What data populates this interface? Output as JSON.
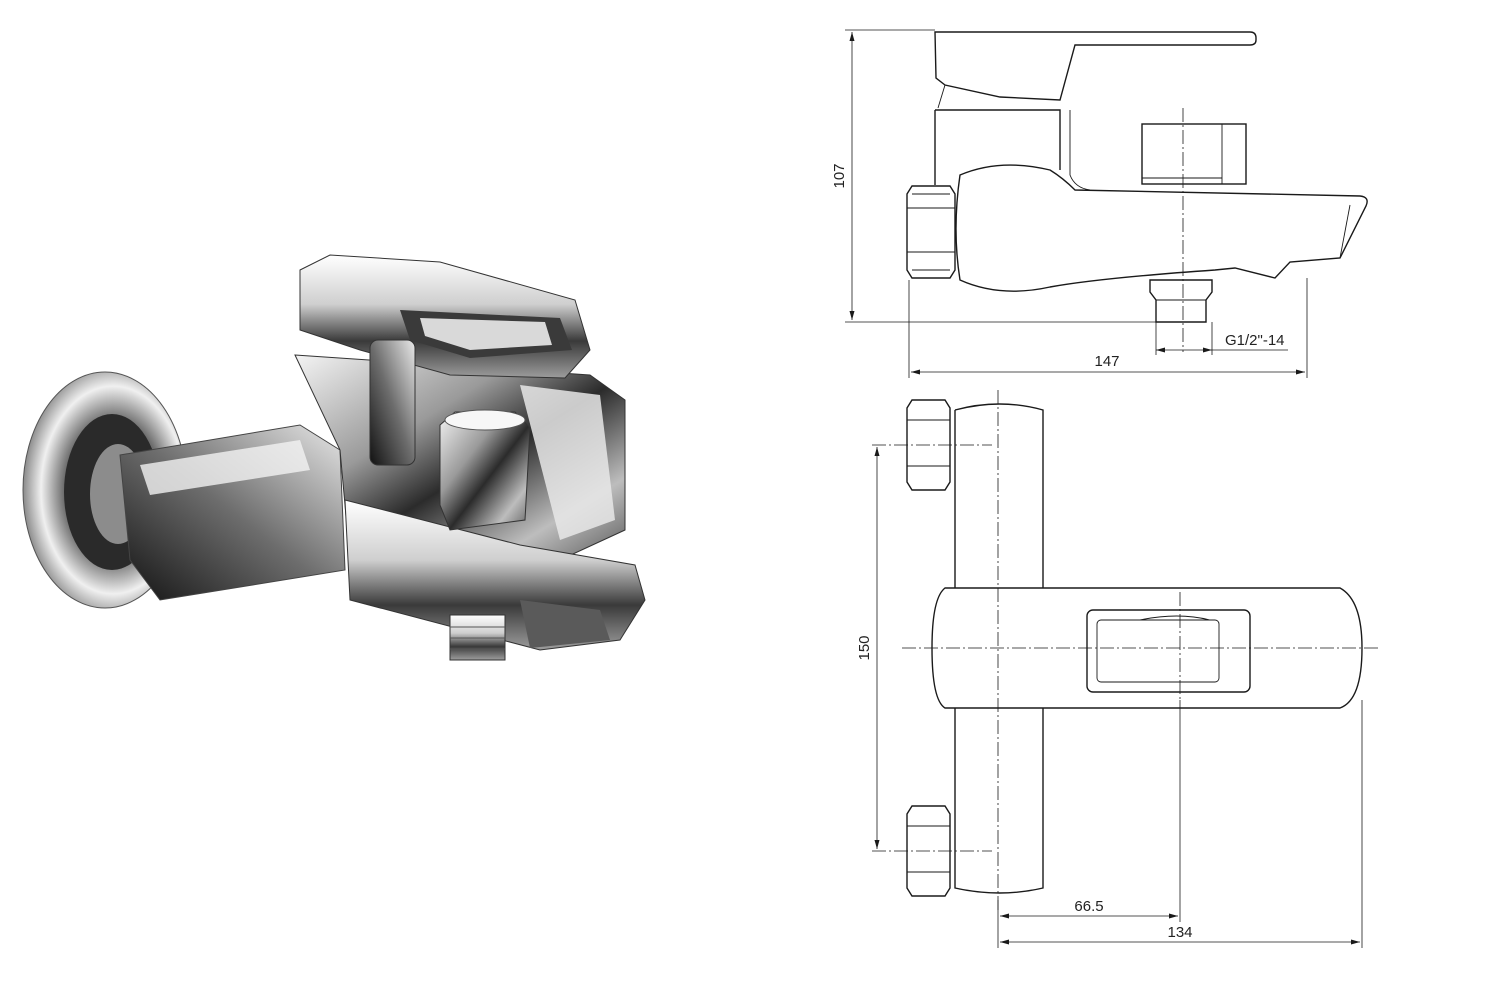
{
  "product_photo": {
    "icon": "bath-mixer-faucet-photo"
  },
  "dimensions": {
    "side_height": "107",
    "side_length": "147",
    "thread": "G1/2\"-14",
    "top_spacing": "150",
    "top_offset": "66.5",
    "top_length": "134"
  }
}
